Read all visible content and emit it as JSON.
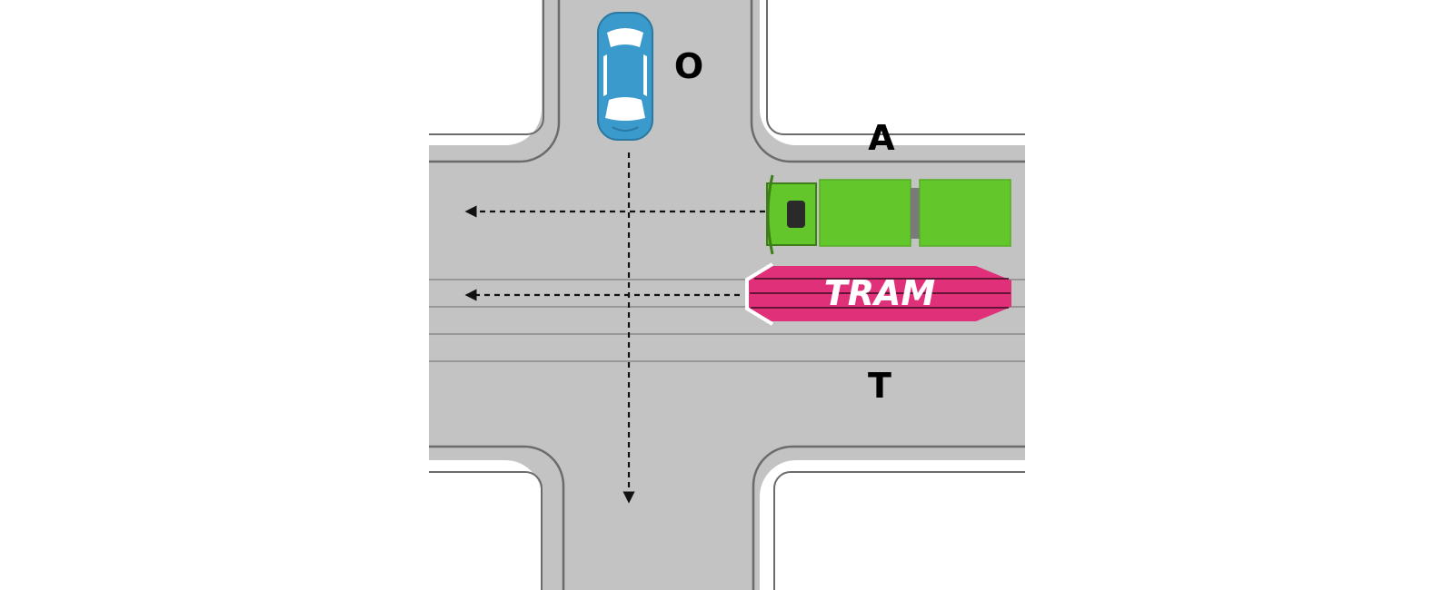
{
  "labels": {
    "car": "O",
    "truck": "A",
    "tram_track": "T",
    "tram": "TRAM"
  },
  "colors": {
    "road": "#c3c3c3",
    "curb": "#555555",
    "car": "#3a9acb",
    "truck": "#63c72b",
    "truck_dark": "#3e7e18",
    "tram": "#e0307a",
    "arrow": "#111111"
  },
  "vehicles": [
    {
      "id": "car",
      "label_ref": "O",
      "heading": "south",
      "path": "straight"
    },
    {
      "id": "truck",
      "label_ref": "A",
      "heading": "west",
      "path": "straight"
    },
    {
      "id": "tram",
      "label_ref": "T",
      "heading": "west",
      "path": "straight"
    }
  ]
}
